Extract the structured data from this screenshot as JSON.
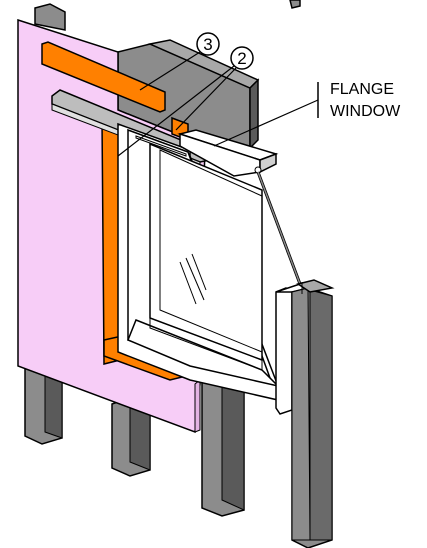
{
  "diagram": {
    "callouts": [
      {
        "number": "3"
      },
      {
        "number": "2"
      }
    ],
    "labels": {
      "flange": "FLANGE",
      "window": "WINDOW"
    },
    "colors": {
      "sheathing": "#f7cdf7",
      "flashing_tape": "#ff8000",
      "framing": "#8c8c8c",
      "framing_dark": "#5a5a5a",
      "window_frame": "#ffffff",
      "outline": "#000000"
    }
  }
}
